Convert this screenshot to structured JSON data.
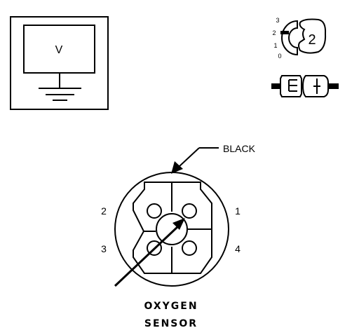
{
  "meter": {
    "symbol": "V"
  },
  "selector": {
    "positions": [
      "3",
      "2",
      "1",
      "0"
    ],
    "current": "2"
  },
  "connector": {
    "wire_label": "BLACK",
    "pins": [
      "1",
      "2",
      "3",
      "4"
    ],
    "title_line1": "OXYGEN",
    "title_line2": "SENSOR"
  },
  "colors": {
    "line": "#000000",
    "background": "#ffffff"
  }
}
